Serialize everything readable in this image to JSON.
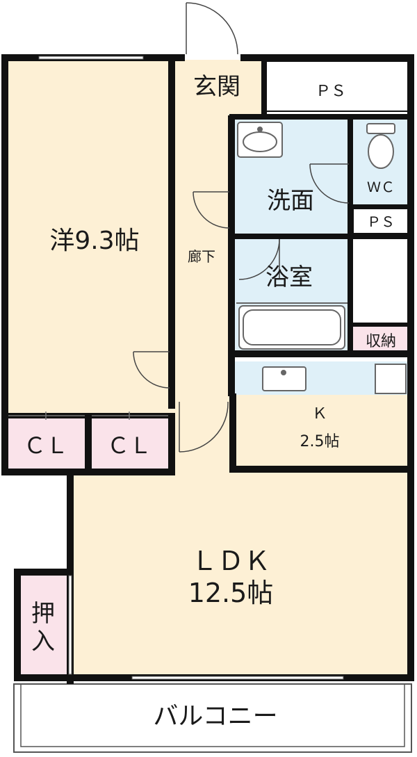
{
  "labels": {
    "entrance": "玄関",
    "ps_top": "ＰＳ",
    "western_name": "洋9.3帖",
    "hallway": "廊下",
    "washroom": "洗面",
    "wc": "ＷＣ",
    "ps_mid": "ＰＳ",
    "bath": "浴室",
    "storage": "収納",
    "closet_1": "ＣＬ",
    "closet_2": "ＣＬ",
    "kitchen_name": "Ｋ",
    "kitchen_size": "2.5帖",
    "ldk_name": "ＬＤＫ",
    "ldk_size": "12.5帖",
    "oshiire_1": "押",
    "oshiire_2": "入",
    "balcony": "バルコニー"
  },
  "colors": {
    "wall": "#111111",
    "room_floor": "#fdf0d5",
    "wet_area": "#dff0f8",
    "closet": "#fae3ea",
    "balcony_bg": "#ffffff",
    "outline": "#555555"
  }
}
